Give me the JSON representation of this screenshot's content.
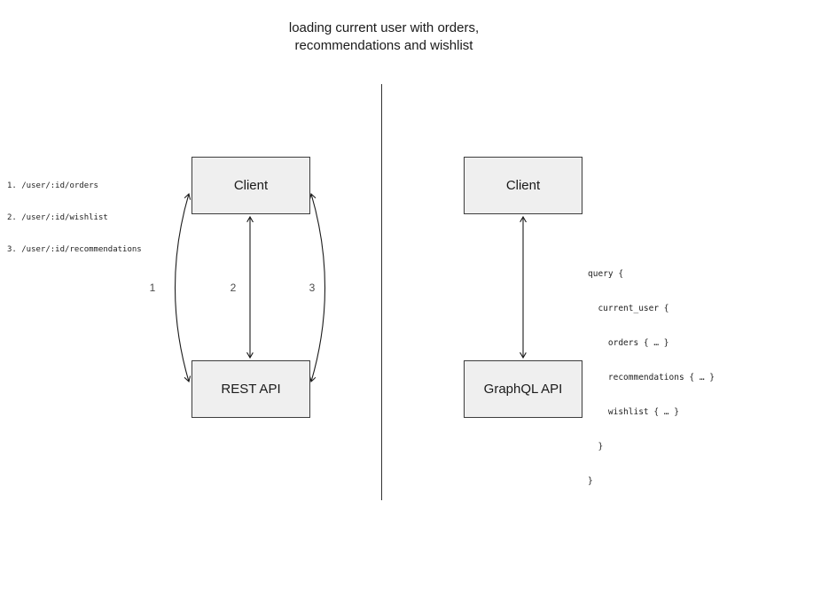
{
  "title": {
    "line1": "loading current user with orders,",
    "line2": "recommendations and wishlist"
  },
  "rest_panel": {
    "endpoints": [
      "1. /user/:id/orders",
      "2. /user/:id/wishlist",
      "3. /user/:id/recommendations"
    ],
    "client_label": "Client",
    "api_label": "REST API",
    "arrow_labels": [
      "1",
      "2",
      "3"
    ]
  },
  "graphql_panel": {
    "client_label": "Client",
    "api_label": "GraphQL API",
    "query_lines": [
      "query {",
      "  current_user {",
      "    orders { … }",
      "    recommendations { … }",
      "    wishlist { … }",
      "  }",
      "}"
    ]
  }
}
